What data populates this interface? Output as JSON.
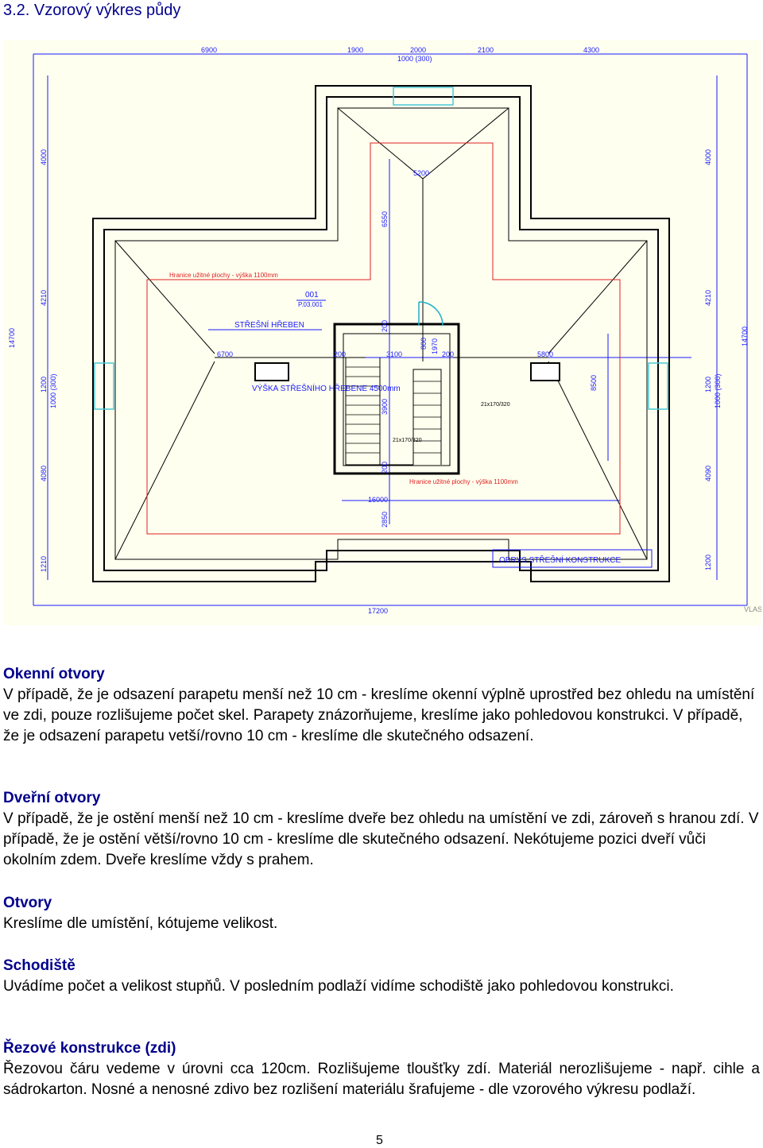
{
  "heading": "3.2. Vzorový výkres půdy",
  "drawing": {
    "top_dims": [
      "6900",
      "1900",
      "2000",
      "1000 (300)",
      "2100",
      "4300"
    ],
    "left_dims": [
      "4000",
      "4210",
      "14700",
      "1200",
      "1000 (300)",
      "4080",
      "1210"
    ],
    "right_dims": [
      "4000",
      "4210",
      "14700",
      "1200",
      "1000 (300)",
      "4090",
      "1200"
    ],
    "bottom_dim": "17200",
    "inner_dims": [
      "5200",
      "6550",
      "6700",
      "200",
      "3100",
      "200",
      "5800",
      "8500",
      "3900",
      "200",
      "800",
      "1970",
      "16000",
      "2850",
      "200"
    ],
    "labels": {
      "usable_area_top": "Hranice užitné plochy - výška 1100mm",
      "usable_area_bottom": "Hranice užitné plochy - výška 1100mm",
      "door_id": "001",
      "door_ref": "P.03.001",
      "ridge": "STŘEŠNÍ HŘEBEN",
      "ridge_height": "VÝŠKA STŘEŠNÍHO HŘEBENE 4500mm",
      "stairs_1": "21x170/320",
      "stairs_2": "21x170/320",
      "roof_outline": "OBRYS STŘEŠNÍ KONSTRUKCE",
      "corner": "VLAS"
    }
  },
  "sections": [
    {
      "title": "Okenní otvory",
      "text": "V případě, že je odsazení parapetu menší než 10 cm - kreslíme okenní výplně uprostřed bez ohledu na umístění ve zdi, pouze rozlišujeme počet skel. Parapety znázorňujeme, kreslíme jako pohledovou konstrukci. V případě, že je odsazení parapetu vetší/rovno 10 cm - kreslíme dle skutečného odsazení."
    },
    {
      "title": "Dveřní otvory",
      "text": "V případě, že je ostění menší než 10 cm - kreslíme dveře bez ohledu na umístění ve zdi, zároveň s hranou zdí. V případě, že je ostění větší/rovno 10 cm - kreslíme dle skutečného odsazení. Nekótujeme pozici dveří vůči okolním zdem. Dveře kreslíme vždy s prahem."
    },
    {
      "title": "Otvory",
      "text": "Kreslíme dle umístění, kótujeme velikost."
    },
    {
      "title": "Schodiště",
      "text": "Uvádíme počet a velikost stupňů. V posledním podlaží vidíme schodiště jako pohledovou konstrukci."
    },
    {
      "title": "Řezové konstrukce (zdi)",
      "text": "Řezovou čáru vedeme v úrovni cca 120cm. Rozlišujeme tloušťky zdí. Materiál nerozlišujeme - např. cihle a sádrokarton. Nosné a nenosné zdivo bez rozlišení materiálu šrafujeme - dle vzorového výkresu podlaží."
    }
  ],
  "page_number": "5"
}
